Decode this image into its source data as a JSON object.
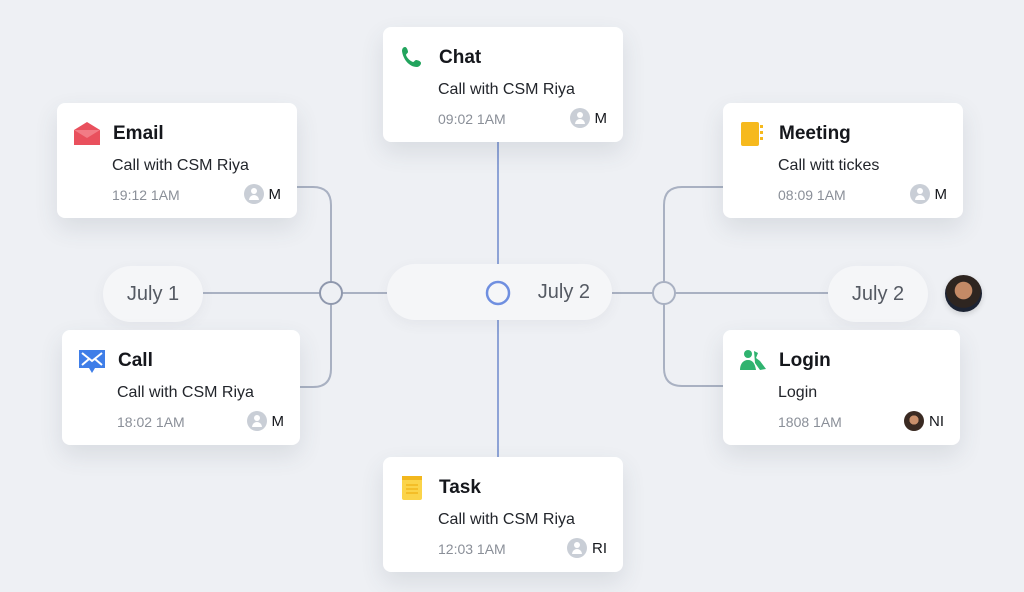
{
  "colors": {
    "line": "#a9b1c2",
    "active": "#6f8fe0"
  },
  "dates": {
    "left": "July 1",
    "center": "July 2",
    "right": "July 2"
  },
  "cards": {
    "chat": {
      "title": "Chat",
      "sub": "Call with CSM Riya",
      "time": "09:02 1AM",
      "user": "M",
      "icon": "phone-icon"
    },
    "email": {
      "title": "Email",
      "sub": "Call with CSM Riya",
      "time": "19:12 1AM",
      "user": "M",
      "icon": "envelope-icon"
    },
    "meeting": {
      "title": "Meeting",
      "sub": "Call witt tickes",
      "time": "08:09 1AM",
      "user": "M",
      "icon": "notebook-icon"
    },
    "call": {
      "title": "Call",
      "sub": "Call with CSM Riya",
      "time": "18:02 1AM",
      "user": "M",
      "icon": "message-icon"
    },
    "login": {
      "title": "Login",
      "sub": "Login",
      "time": "1808 1AM",
      "user": "NI",
      "icon": "users-icon"
    },
    "task": {
      "title": "Task",
      "sub": "Call with CSM Riya",
      "time": "12:03 1AM",
      "user": "RI",
      "icon": "notepad-icon"
    }
  }
}
